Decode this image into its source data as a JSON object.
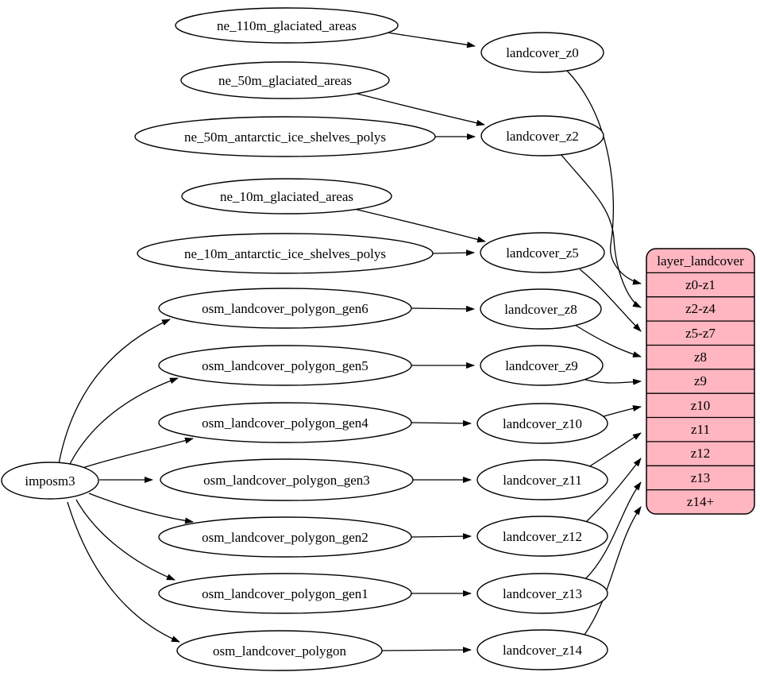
{
  "diagram": {
    "colors": {
      "table_fill": "#FFB6C1",
      "node_fill": "#FFFFFF",
      "stroke": "#000000",
      "background": "#FFFFFF"
    },
    "importer": {
      "label": "imposm3"
    },
    "sources": [
      {
        "label": "ne_110m_glaciated_areas"
      },
      {
        "label": "ne_50m_glaciated_areas"
      },
      {
        "label": "ne_50m_antarctic_ice_shelves_polys"
      },
      {
        "label": "ne_10m_glaciated_areas"
      },
      {
        "label": "ne_10m_antarctic_ice_shelves_polys"
      },
      {
        "label": "osm_landcover_polygon_gen6"
      },
      {
        "label": "osm_landcover_polygon_gen5"
      },
      {
        "label": "osm_landcover_polygon_gen4"
      },
      {
        "label": "osm_landcover_polygon_gen3"
      },
      {
        "label": "osm_landcover_polygon_gen2"
      },
      {
        "label": "osm_landcover_polygon_gen1"
      },
      {
        "label": "osm_landcover_polygon"
      }
    ],
    "intermediates": [
      {
        "label": "landcover_z0"
      },
      {
        "label": "landcover_z2"
      },
      {
        "label": "landcover_z5"
      },
      {
        "label": "landcover_z8"
      },
      {
        "label": "landcover_z9"
      },
      {
        "label": "landcover_z10"
      },
      {
        "label": "landcover_z11"
      },
      {
        "label": "landcover_z12"
      },
      {
        "label": "landcover_z13"
      },
      {
        "label": "landcover_z14"
      }
    ],
    "table": {
      "title": "layer_landcover",
      "rows": [
        {
          "label": "z0-z1"
        },
        {
          "label": "z2-z4"
        },
        {
          "label": "z5-z7"
        },
        {
          "label": "z8"
        },
        {
          "label": "z9"
        },
        {
          "label": "z10"
        },
        {
          "label": "z11"
        },
        {
          "label": "z12"
        },
        {
          "label": "z13"
        },
        {
          "label": "z14+"
        }
      ]
    },
    "edges": [
      {
        "from": "imposm3",
        "to": "osm_landcover_polygon_gen6"
      },
      {
        "from": "imposm3",
        "to": "osm_landcover_polygon_gen5"
      },
      {
        "from": "imposm3",
        "to": "osm_landcover_polygon_gen4"
      },
      {
        "from": "imposm3",
        "to": "osm_landcover_polygon_gen3"
      },
      {
        "from": "imposm3",
        "to": "osm_landcover_polygon_gen2"
      },
      {
        "from": "imposm3",
        "to": "osm_landcover_polygon_gen1"
      },
      {
        "from": "imposm3",
        "to": "osm_landcover_polygon"
      },
      {
        "from": "ne_110m_glaciated_areas",
        "to": "landcover_z0"
      },
      {
        "from": "ne_50m_glaciated_areas",
        "to": "landcover_z2"
      },
      {
        "from": "ne_50m_antarctic_ice_shelves_polys",
        "to": "landcover_z2"
      },
      {
        "from": "ne_10m_glaciated_areas",
        "to": "landcover_z5"
      },
      {
        "from": "ne_10m_antarctic_ice_shelves_polys",
        "to": "landcover_z5"
      },
      {
        "from": "osm_landcover_polygon_gen6",
        "to": "landcover_z8"
      },
      {
        "from": "osm_landcover_polygon_gen5",
        "to": "landcover_z9"
      },
      {
        "from": "osm_landcover_polygon_gen4",
        "to": "landcover_z10"
      },
      {
        "from": "osm_landcover_polygon_gen3",
        "to": "landcover_z11"
      },
      {
        "from": "osm_landcover_polygon_gen2",
        "to": "landcover_z12"
      },
      {
        "from": "osm_landcover_polygon_gen1",
        "to": "landcover_z13"
      },
      {
        "from": "osm_landcover_polygon",
        "to": "landcover_z14"
      },
      {
        "from": "landcover_z0",
        "to": "z0-z1"
      },
      {
        "from": "landcover_z2",
        "to": "z2-z4"
      },
      {
        "from": "landcover_z5",
        "to": "z5-z7"
      },
      {
        "from": "landcover_z8",
        "to": "z8"
      },
      {
        "from": "landcover_z9",
        "to": "z9"
      },
      {
        "from": "landcover_z10",
        "to": "z10"
      },
      {
        "from": "landcover_z11",
        "to": "z11"
      },
      {
        "from": "landcover_z12",
        "to": "z12"
      },
      {
        "from": "landcover_z13",
        "to": "z13"
      },
      {
        "from": "landcover_z14",
        "to": "z14+"
      }
    ]
  }
}
